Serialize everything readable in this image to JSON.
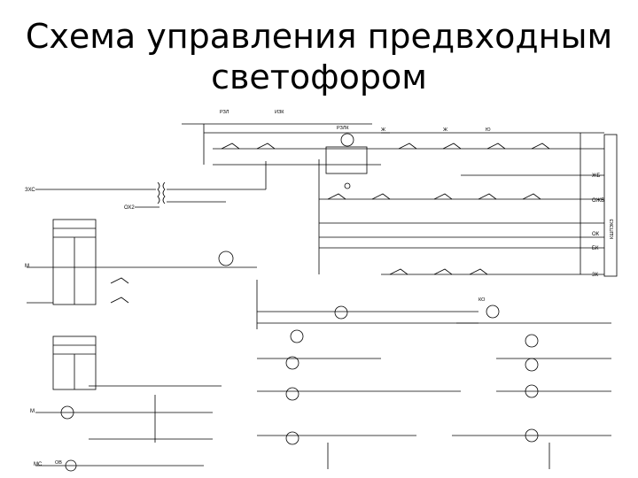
{
  "title": {
    "line1": "Схема управления предвходным",
    "line2": "светофором"
  },
  "labels": {
    "hmp": "ЗХС",
    "ov2": "ОХ2",
    "jr": "Ж",
    "ol": "Ю",
    "zh": "Ж",
    "zhb": "ЖБ",
    "ozhb": "ОЖБ",
    "ok": "ОК",
    "bk": "БК",
    "zk": "ЗК",
    "m": "М",
    "mc": "МС",
    "ob": "ОВ",
    "vertical_box": "КШПЭКЗ",
    "rel_zbk": "РЗЛК",
    "rel_zb": "РЗЛ",
    "rel_zk": "ИЗК",
    "rel_ko": "КО"
  }
}
